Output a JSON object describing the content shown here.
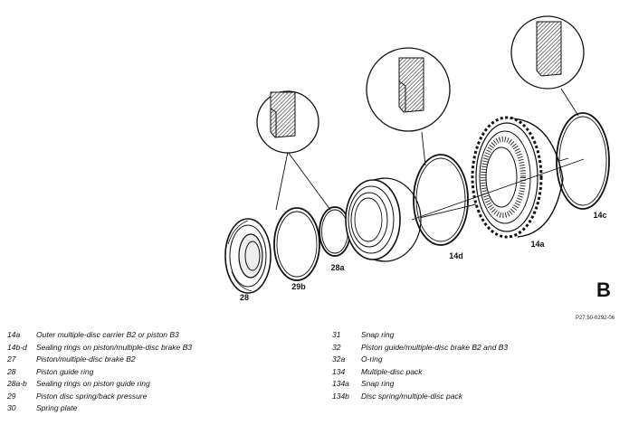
{
  "diagram": {
    "corner_letter": "B",
    "reference_code": "P27.50-0292-06",
    "part_labels": {
      "p28": "28",
      "p29b": "29b",
      "p28a": "28a",
      "p14d": "14d",
      "p14a": "14a",
      "p14c": "14c"
    }
  },
  "legend": {
    "left": [
      {
        "num": "14a",
        "text": "Outer multiple-disc carrier B2 or piston B3"
      },
      {
        "num": "14b-d",
        "text": "Sealing rings on piston/multiple-disc brake B3"
      },
      {
        "num": "27",
        "text": "Piston/multiple-disc brake B2"
      },
      {
        "num": "28",
        "text": "Piston guide ring"
      },
      {
        "num": "28a-b",
        "text": "Sealing rings on piston guide ring"
      },
      {
        "num": "29",
        "text": "Piston disc spring/back pressure"
      },
      {
        "num": "30",
        "text": "Spring plate"
      }
    ],
    "right": [
      {
        "num": "31",
        "text": "Snap ring"
      },
      {
        "num": "32",
        "text": "Piston guide/multiple-disc brake B2 and B3"
      },
      {
        "num": "32a",
        "text": "O-ring"
      },
      {
        "num": "134",
        "text": "Multiple-disc pack"
      },
      {
        "num": "134a",
        "text": "Snap ring"
      },
      {
        "num": "134b",
        "text": "Disc spring/multiple-disc pack"
      }
    ]
  }
}
